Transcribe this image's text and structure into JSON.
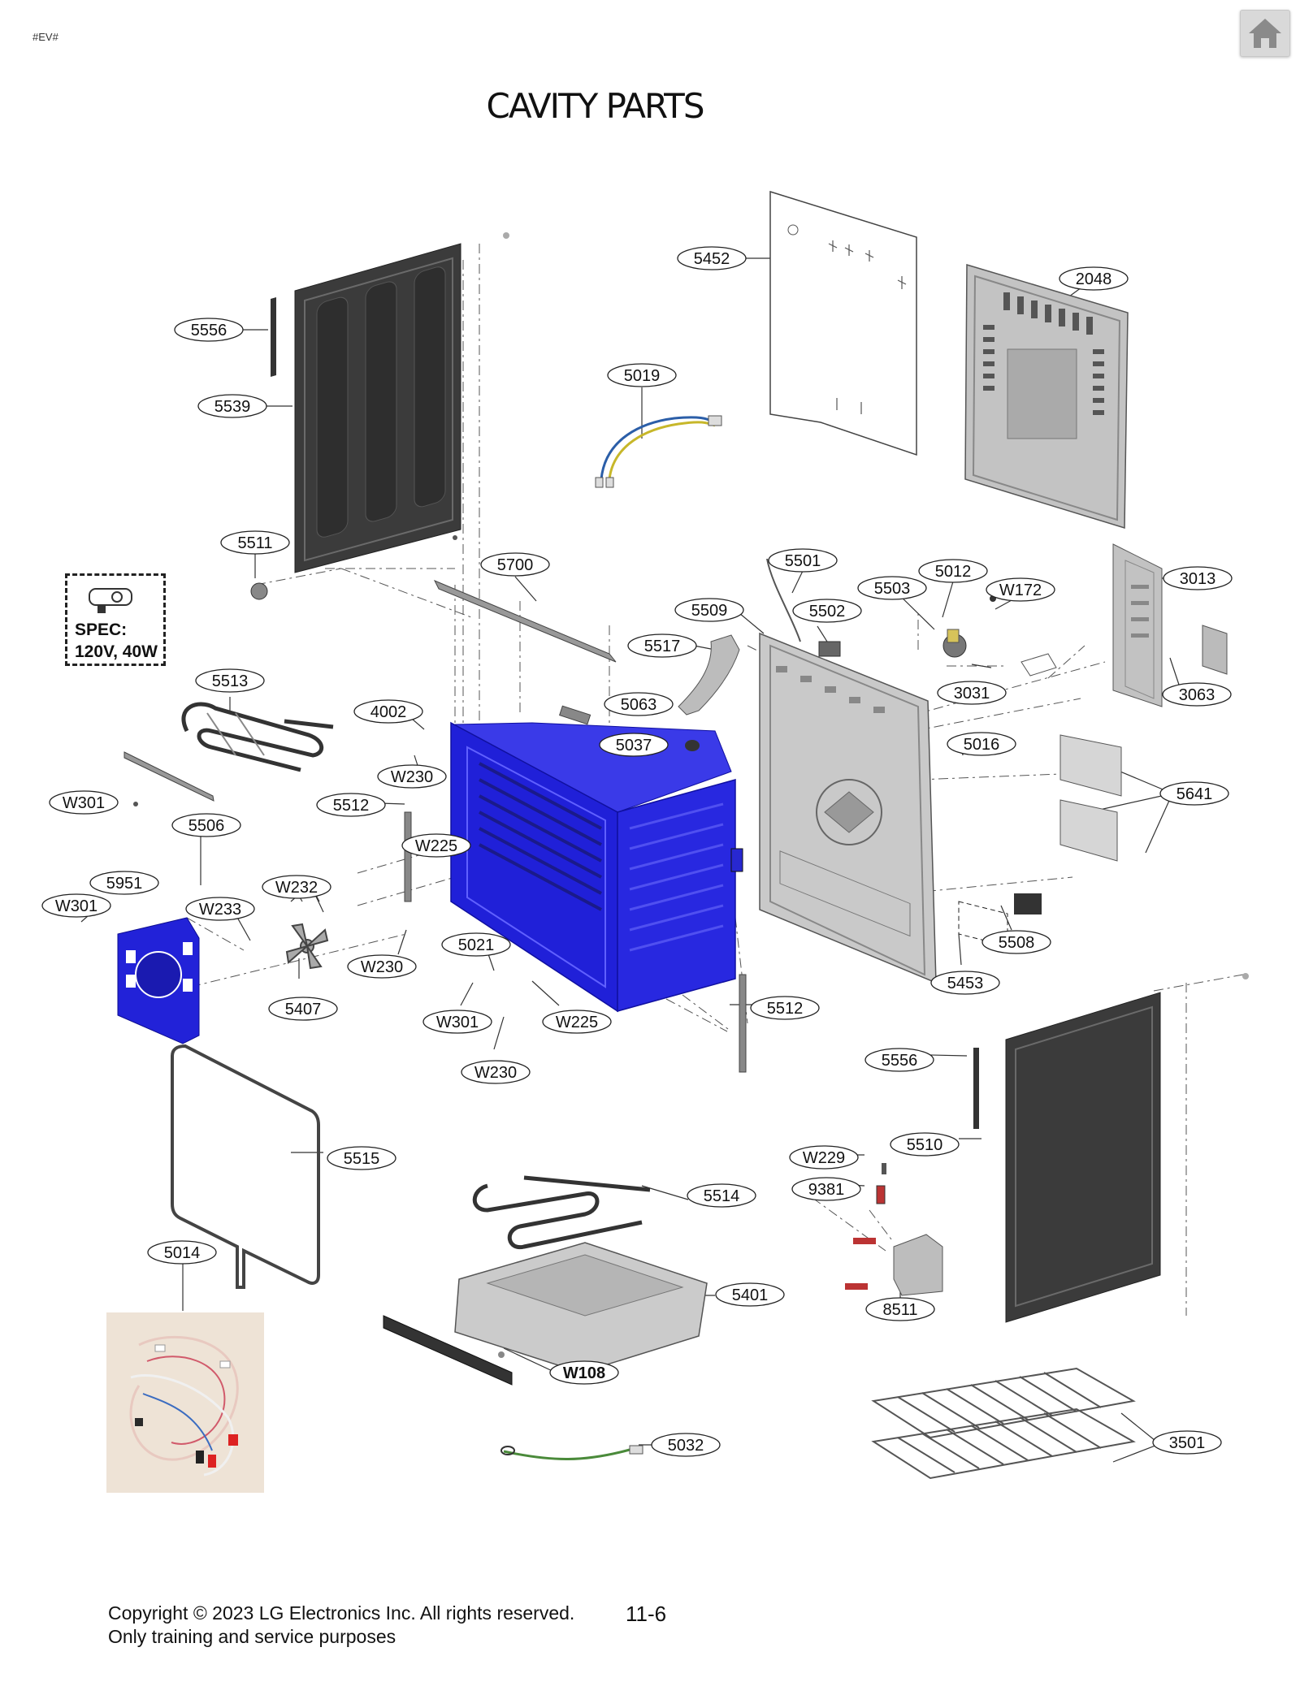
{
  "header": {
    "doc_tag": "#EV#",
    "title": "CAVITY PARTS",
    "home_icon": "home-icon"
  },
  "spec": {
    "line1": "SPEC:",
    "line2": "120V, 40W"
  },
  "labels": [
    {
      "id": "5452",
      "text": "5452"
    },
    {
      "id": "2048",
      "text": "2048"
    },
    {
      "id": "5556a",
      "text": "5556"
    },
    {
      "id": "5539",
      "text": "5539"
    },
    {
      "id": "5019",
      "text": "5019"
    },
    {
      "id": "5511",
      "text": "5511"
    },
    {
      "id": "5700",
      "text": "5700"
    },
    {
      "id": "5501",
      "text": "5501"
    },
    {
      "id": "5012",
      "text": "5012"
    },
    {
      "id": "5503",
      "text": "5503"
    },
    {
      "id": "W172",
      "text": "W172"
    },
    {
      "id": "3013",
      "text": "3013"
    },
    {
      "id": "5509",
      "text": "5509"
    },
    {
      "id": "5502",
      "text": "5502"
    },
    {
      "id": "5517",
      "text": "5517"
    },
    {
      "id": "3031",
      "text": "3031"
    },
    {
      "id": "3063",
      "text": "3063"
    },
    {
      "id": "5513",
      "text": "5513"
    },
    {
      "id": "4002",
      "text": "4002"
    },
    {
      "id": "5063",
      "text": "5063"
    },
    {
      "id": "5037",
      "text": "5037"
    },
    {
      "id": "5016",
      "text": "5016"
    },
    {
      "id": "W230a",
      "text": "W230"
    },
    {
      "id": "5641",
      "text": "5641"
    },
    {
      "id": "W301a",
      "text": "W301"
    },
    {
      "id": "5512a",
      "text": "5512"
    },
    {
      "id": "5506",
      "text": "5506"
    },
    {
      "id": "W225a",
      "text": "W225"
    },
    {
      "id": "5951",
      "text": "5951"
    },
    {
      "id": "W232",
      "text": "W232"
    },
    {
      "id": "W301b",
      "text": "W301"
    },
    {
      "id": "W233",
      "text": "W233"
    },
    {
      "id": "5508",
      "text": "5508"
    },
    {
      "id": "5021",
      "text": "5021"
    },
    {
      "id": "W230b",
      "text": "W230"
    },
    {
      "id": "5453",
      "text": "5453"
    },
    {
      "id": "5407",
      "text": "5407"
    },
    {
      "id": "5512b",
      "text": "5512"
    },
    {
      "id": "W301c",
      "text": "W301"
    },
    {
      "id": "W225b",
      "text": "W225"
    },
    {
      "id": "5556b",
      "text": "5556"
    },
    {
      "id": "W230c",
      "text": "W230"
    },
    {
      "id": "5510",
      "text": "5510"
    },
    {
      "id": "5515",
      "text": "5515"
    },
    {
      "id": "W229",
      "text": "W229"
    },
    {
      "id": "9381",
      "text": "9381"
    },
    {
      "id": "5514",
      "text": "5514"
    },
    {
      "id": "5014",
      "text": "5014"
    },
    {
      "id": "5401",
      "text": "5401"
    },
    {
      "id": "8511",
      "text": "8511"
    },
    {
      "id": "W108",
      "text": "W108"
    },
    {
      "id": "5032",
      "text": "5032"
    },
    {
      "id": "3501",
      "text": "3501"
    }
  ],
  "footer": {
    "copyright_line1": "Copyright © 2023 LG Electronics Inc. All rights reserved.",
    "copyright_line2": "Only training and service purposes",
    "page_number": "11-6"
  },
  "colors": {
    "highlight": "#1f1fd6",
    "panel_dark": "#3a3a3a",
    "panel_gray": "#bcbcbc"
  }
}
